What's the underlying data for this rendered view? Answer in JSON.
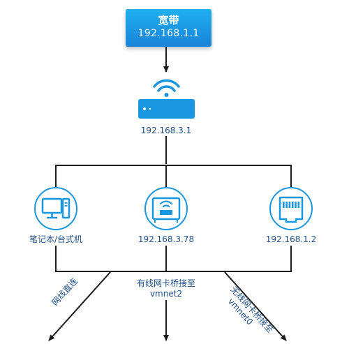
{
  "broadband": {
    "title": "宽带",
    "ip": "192.168.1.1"
  },
  "router": {
    "ip": "192.168.3.1",
    "icon": "wifi-router-icon"
  },
  "devices": [
    {
      "label": "笔记本/台式机",
      "icon": "computer-icon"
    },
    {
      "label": "192.168.3.78",
      "icon": "network-card-icon"
    },
    {
      "label": "192.168.1.2",
      "icon": "ethernet-port-icon"
    }
  ],
  "connections": {
    "direct": "网线直连",
    "wired_bridge_line1": "有线网卡桥接至",
    "wired_bridge_line2": "vmnet2",
    "wireless_bridge_line1": "无线网卡桥接至",
    "wireless_bridge_line2": "vmnet0"
  },
  "colors": {
    "accent": "#1a96e6",
    "line": "#1b1b1b",
    "icon": "#1897e0",
    "text": "#1f4f86"
  }
}
